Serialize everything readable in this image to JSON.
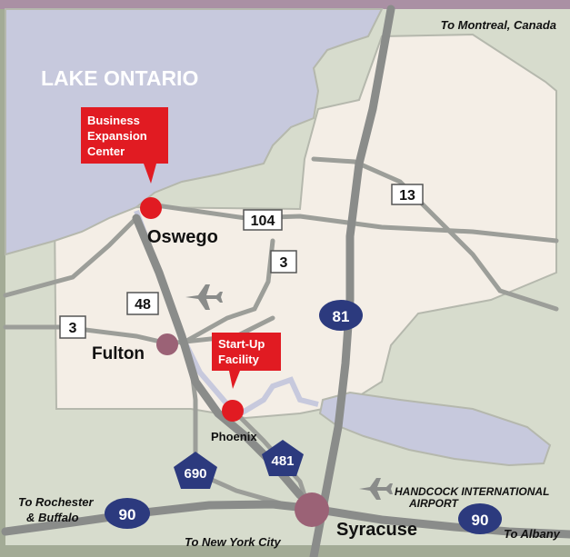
{
  "water": {
    "lake_label": "LAKE ONTARIO"
  },
  "places": {
    "oswego": "Oswego",
    "fulton": "Fulton",
    "phoenix": "Phoenix",
    "syracuse": "Syracuse"
  },
  "callouts": {
    "business_center": [
      "Business",
      "Expansion",
      "Center"
    ],
    "startup_facility": [
      "Start-Up",
      "Facility"
    ]
  },
  "routes": {
    "r104": "104",
    "r13": "13",
    "r3_north": "3",
    "r3_west": "3",
    "r48": "48",
    "i81": "81",
    "i481": "481",
    "i690": "690",
    "i90_west": "90",
    "i90_east": "90"
  },
  "destinations": {
    "montreal": "To Montreal, Canada",
    "rochester_line1": "To Rochester",
    "rochester_line2": "& Buffalo",
    "new_york": "To New York City",
    "albany": "To Albany"
  },
  "airport": {
    "line1": "HANDCOCK INTERNATIONAL",
    "line2": "AIRPORT"
  },
  "colors": {
    "background": "#a3ab96",
    "land_outside": "#d7dccd",
    "county": "#f4eee6",
    "county_border": "#b5b8ad",
    "water": "#c7c9dd",
    "highway": "#8a8c8a",
    "road": "#9c9e99",
    "callout_red": "#e11b22",
    "interstate_blue": "#2c3a7e",
    "city_dot": "#9b6276",
    "frame": "#aa90a4"
  },
  "icons": {
    "airplane": "airplane-icon"
  }
}
